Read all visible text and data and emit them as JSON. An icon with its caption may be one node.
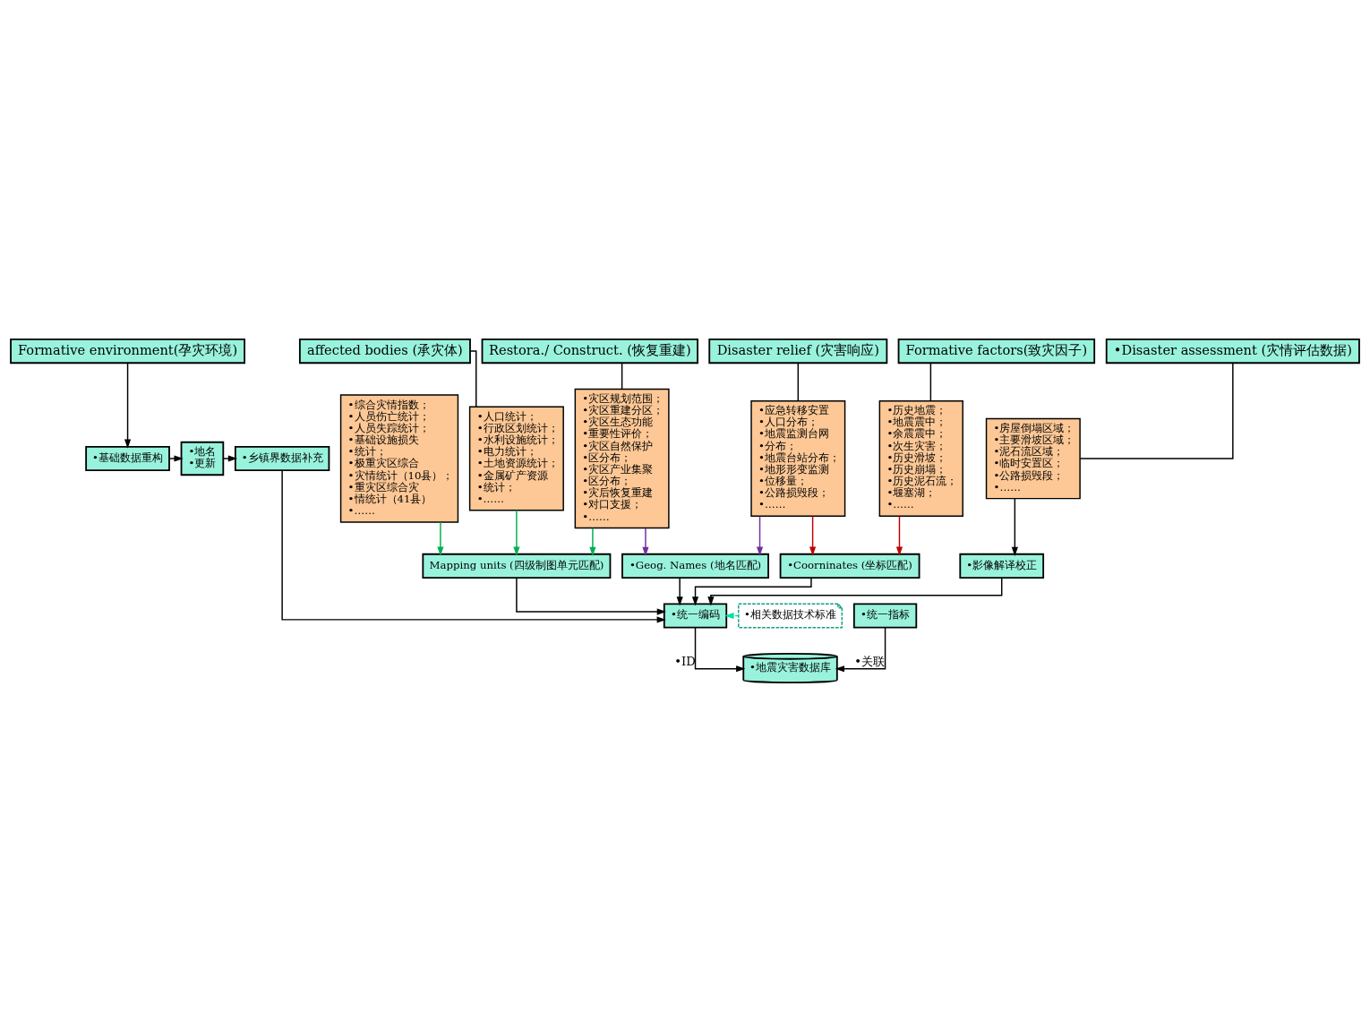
{
  "diagram": {
    "nodes": [
      {
        "text": [
          "Formative environment(孕灾环境)"
        ]
      },
      {
        "text": [
          "affected bodies (承灾体)"
        ]
      },
      {
        "text": [
          "Formative factors(致灾因子)"
        ]
      },
      {
        "text": [
          "•Disaster assessment (灾情评估数据)"
        ]
      },
      {
        "text": [
          "Disaster relief (灾害响应)"
        ]
      },
      {
        "text": [
          "Restora./ Construct. (恢复重建)"
        ]
      },
      {
        "text": [
          "•基础数据重构"
        ]
      },
      {
        "text": [
          "•地名",
          "•更新"
        ]
      },
      {
        "text": [
          "•乡镇界数据补充"
        ]
      },
      {
        "text": [
          "•人口统计；",
          "•行政区划统计；",
          "•水利设施统计；",
          "•电力统计；",
          "•土地资源统计；",
          "•金属矿产资源",
          "•统计；",
          "•……"
        ]
      },
      {
        "text": [
          "•历史地震；",
          "•地震震中；",
          "•余震震中；",
          "•次生灾害；",
          "•历史滑坡；",
          "•历史崩塌；",
          "•历史泥石流；",
          "•堰塞湖；",
          "•……"
        ]
      },
      {
        "text": [
          "•综合灾情指数；",
          "•人员伤亡统计；",
          "•人员失踪统计；",
          "•基础设施损失",
          "•统计；",
          "•极重灾区综合",
          "•灾情统计（10县）；",
          "•重灾区综合灾",
          "•情统计（41县）",
          "•……"
        ]
      },
      {
        "text": [
          "•房屋倒塌区域；",
          "•主要滑坡区域；",
          "•泥石流区域；",
          "•临时安置区；",
          "•公路损毁段；",
          "•……"
        ]
      },
      {
        "text": [
          "•应急转移安置",
          "•人口分布；",
          "•地震监测台网",
          "•分布；",
          "•地震台站分布；",
          "•地形形变监测",
          "•位移量；",
          "•公路损毁段；",
          "•……"
        ]
      },
      {
        "text": [
          "•灾区规划范围；",
          "•灾区重建分区；",
          "•灾区生态功能",
          "•重要性评价；",
          "•灾区自然保护",
          "•区分布；",
          "•灾区产业集聚",
          "•区分布；",
          "•灾后恢复重建",
          "•对口支援；",
          "•……"
        ]
      },
      {
        "text": [
          "Mapping units (四级制图单元匹配)"
        ]
      },
      {
        "text": [
          "•Coorninates (坐标匹配)"
        ]
      },
      {
        "text": [
          "•影像解译校正"
        ]
      },
      {
        "text": [
          "•Geog. Names (地名匹配)"
        ]
      },
      {
        "text": [
          "•相关数据技术标准"
        ]
      },
      {
        "text": [
          "•统一编码"
        ]
      },
      {
        "text": [
          "•统一指标"
        ]
      },
      {
        "text": [
          "•地震灾害数据库"
        ]
      }
    ],
    "edges": [
      {
        "from": 0,
        "to": 6,
        "arrow": "to"
      },
      {
        "from": 6,
        "to": 7,
        "arrow": "to"
      },
      {
        "from": 7,
        "to": 8,
        "arrow": "to"
      },
      {
        "from": 1,
        "to": 9,
        "arrow": "none"
      },
      {
        "from": 2,
        "to": 10,
        "arrow": "none"
      },
      {
        "from": 3,
        "to": 12,
        "arrow": "none"
      },
      {
        "from": 4,
        "to": 13,
        "arrow": "none"
      },
      {
        "from": 5,
        "to": 14,
        "arrow": "none"
      },
      {
        "from": 9,
        "to": 15,
        "arrow": "to",
        "color": "#00b050"
      },
      {
        "from": 11,
        "to": 15,
        "arrow": "to",
        "color": "#00b050"
      },
      {
        "from": 14,
        "to": 15,
        "arrow": "to",
        "color": "#00b050"
      },
      {
        "from": 10,
        "to": 16,
        "arrow": "to",
        "color": "#c00000"
      },
      {
        "from": 13,
        "to": 16,
        "arrow": "to",
        "color": "#c00000"
      },
      {
        "from": 12,
        "to": 17,
        "arrow": "to"
      },
      {
        "from": 13,
        "to": 18,
        "arrow": "to",
        "color": "#7030a0"
      },
      {
        "from": 14,
        "to": 18,
        "arrow": "to",
        "color": "#7030a0"
      },
      {
        "from": 8,
        "to": 20,
        "arrow": "to"
      },
      {
        "from": 15,
        "to": 20,
        "arrow": "to"
      },
      {
        "from": 16,
        "to": 20,
        "arrow": "to"
      },
      {
        "from": 17,
        "to": 20,
        "arrow": "to"
      },
      {
        "from": 18,
        "to": 20,
        "arrow": "to"
      },
      {
        "from": 19,
        "to": 20,
        "arrow": "to",
        "style": "dashed",
        "color": "#00e0a0"
      },
      {
        "from": 20,
        "to": 22,
        "arrow": "to",
        "label": "•ID"
      },
      {
        "from": 21,
        "to": 22,
        "arrow": "to",
        "label": "•关联"
      }
    ]
  }
}
